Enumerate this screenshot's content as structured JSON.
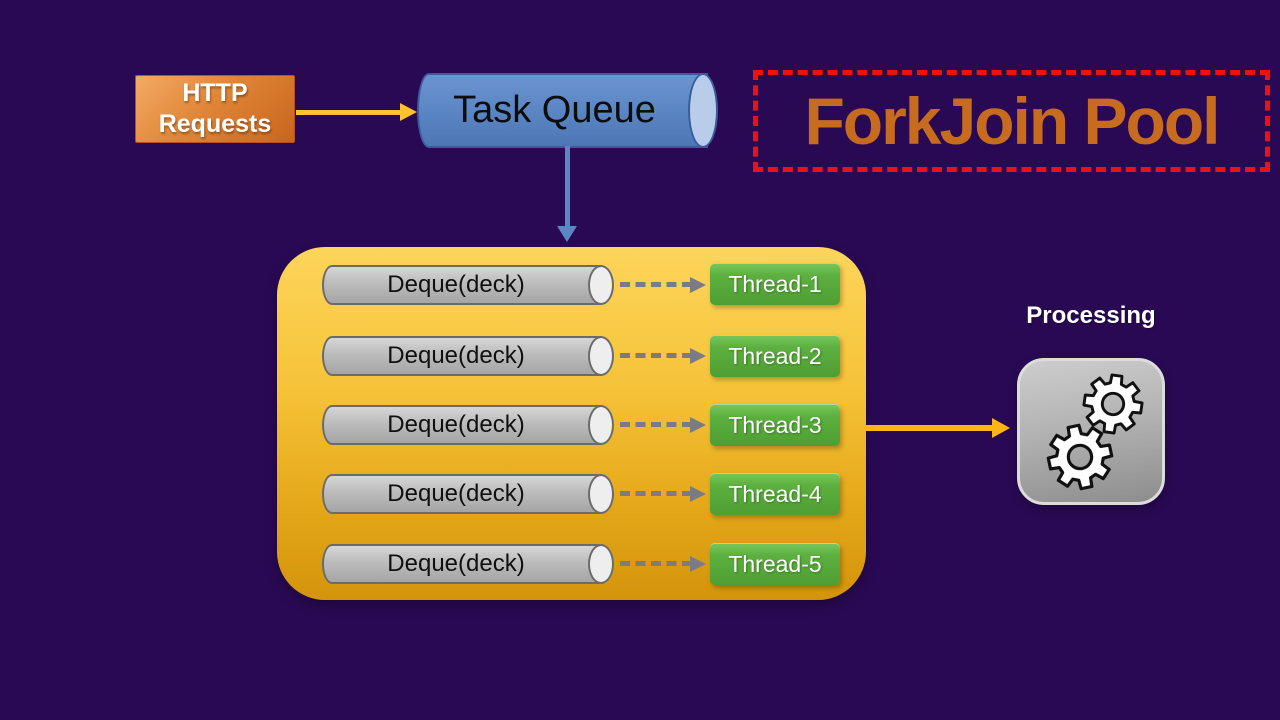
{
  "diagram": {
    "http_requests": {
      "label_line1": "HTTP",
      "label_line2": "Requests"
    },
    "task_queue": {
      "label": "Task Queue"
    },
    "forkjoin_pool": {
      "title": "ForkJoin Pool"
    },
    "pool": {
      "rows": [
        {
          "deque_label": "Deque(deck)",
          "thread_label": "Thread-1"
        },
        {
          "deque_label": "Deque(deck)",
          "thread_label": "Thread-2"
        },
        {
          "deque_label": "Deque(deck)",
          "thread_label": "Thread-3"
        },
        {
          "deque_label": "Deque(deck)",
          "thread_label": "Thread-4"
        },
        {
          "deque_label": "Deque(deck)",
          "thread_label": "Thread-5"
        }
      ]
    },
    "processing": {
      "label": "Processing",
      "icon": "gears-icon"
    },
    "colors": {
      "background": "#2a0954",
      "http_box_orange_top": "#f4aa64",
      "http_box_orange_bottom": "#c9651d",
      "task_queue_blue": "#5b86c4",
      "task_queue_cap_blue": "#b9cce9",
      "forkjoin_text_orange": "#c76b1e",
      "forkjoin_border_red": "#ee1111",
      "pool_gold_top": "#fdd55b",
      "pool_gold_bottom": "#d3940b",
      "deque_gray": "#bcbcbc",
      "thread_green": "#5cb03f",
      "arrow_yellow": "#fdc32b",
      "arrow_orange": "#fcb515",
      "arrow_blue": "#5b86c4",
      "dashed_arrow_gray": "#7b7b84",
      "gearbox_gray": "#b3b3b3"
    }
  }
}
